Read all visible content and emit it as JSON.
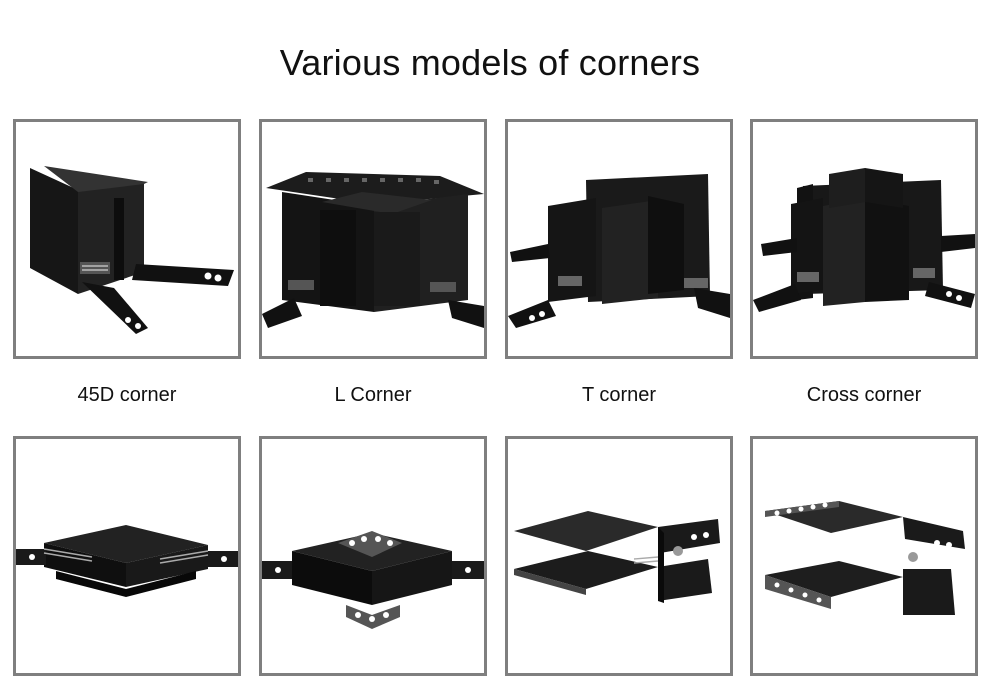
{
  "page": {
    "title": "Various models of corners"
  },
  "products": [
    {
      "caption": "45D corner",
      "icon": "corner-45d-image"
    },
    {
      "caption": "L Corner",
      "icon": "corner-l-image"
    },
    {
      "caption": "T corner",
      "icon": "corner-t-image"
    },
    {
      "caption": "Cross corner",
      "icon": "corner-cross-image"
    }
  ],
  "recessed_products": [
    {
      "icon": "recessed-l-corner-image"
    },
    {
      "icon": "recessed-l-corner-trimless-image"
    },
    {
      "icon": "recessed-t-corner-image"
    },
    {
      "icon": "recessed-t-corner-trimless-image"
    }
  ]
}
